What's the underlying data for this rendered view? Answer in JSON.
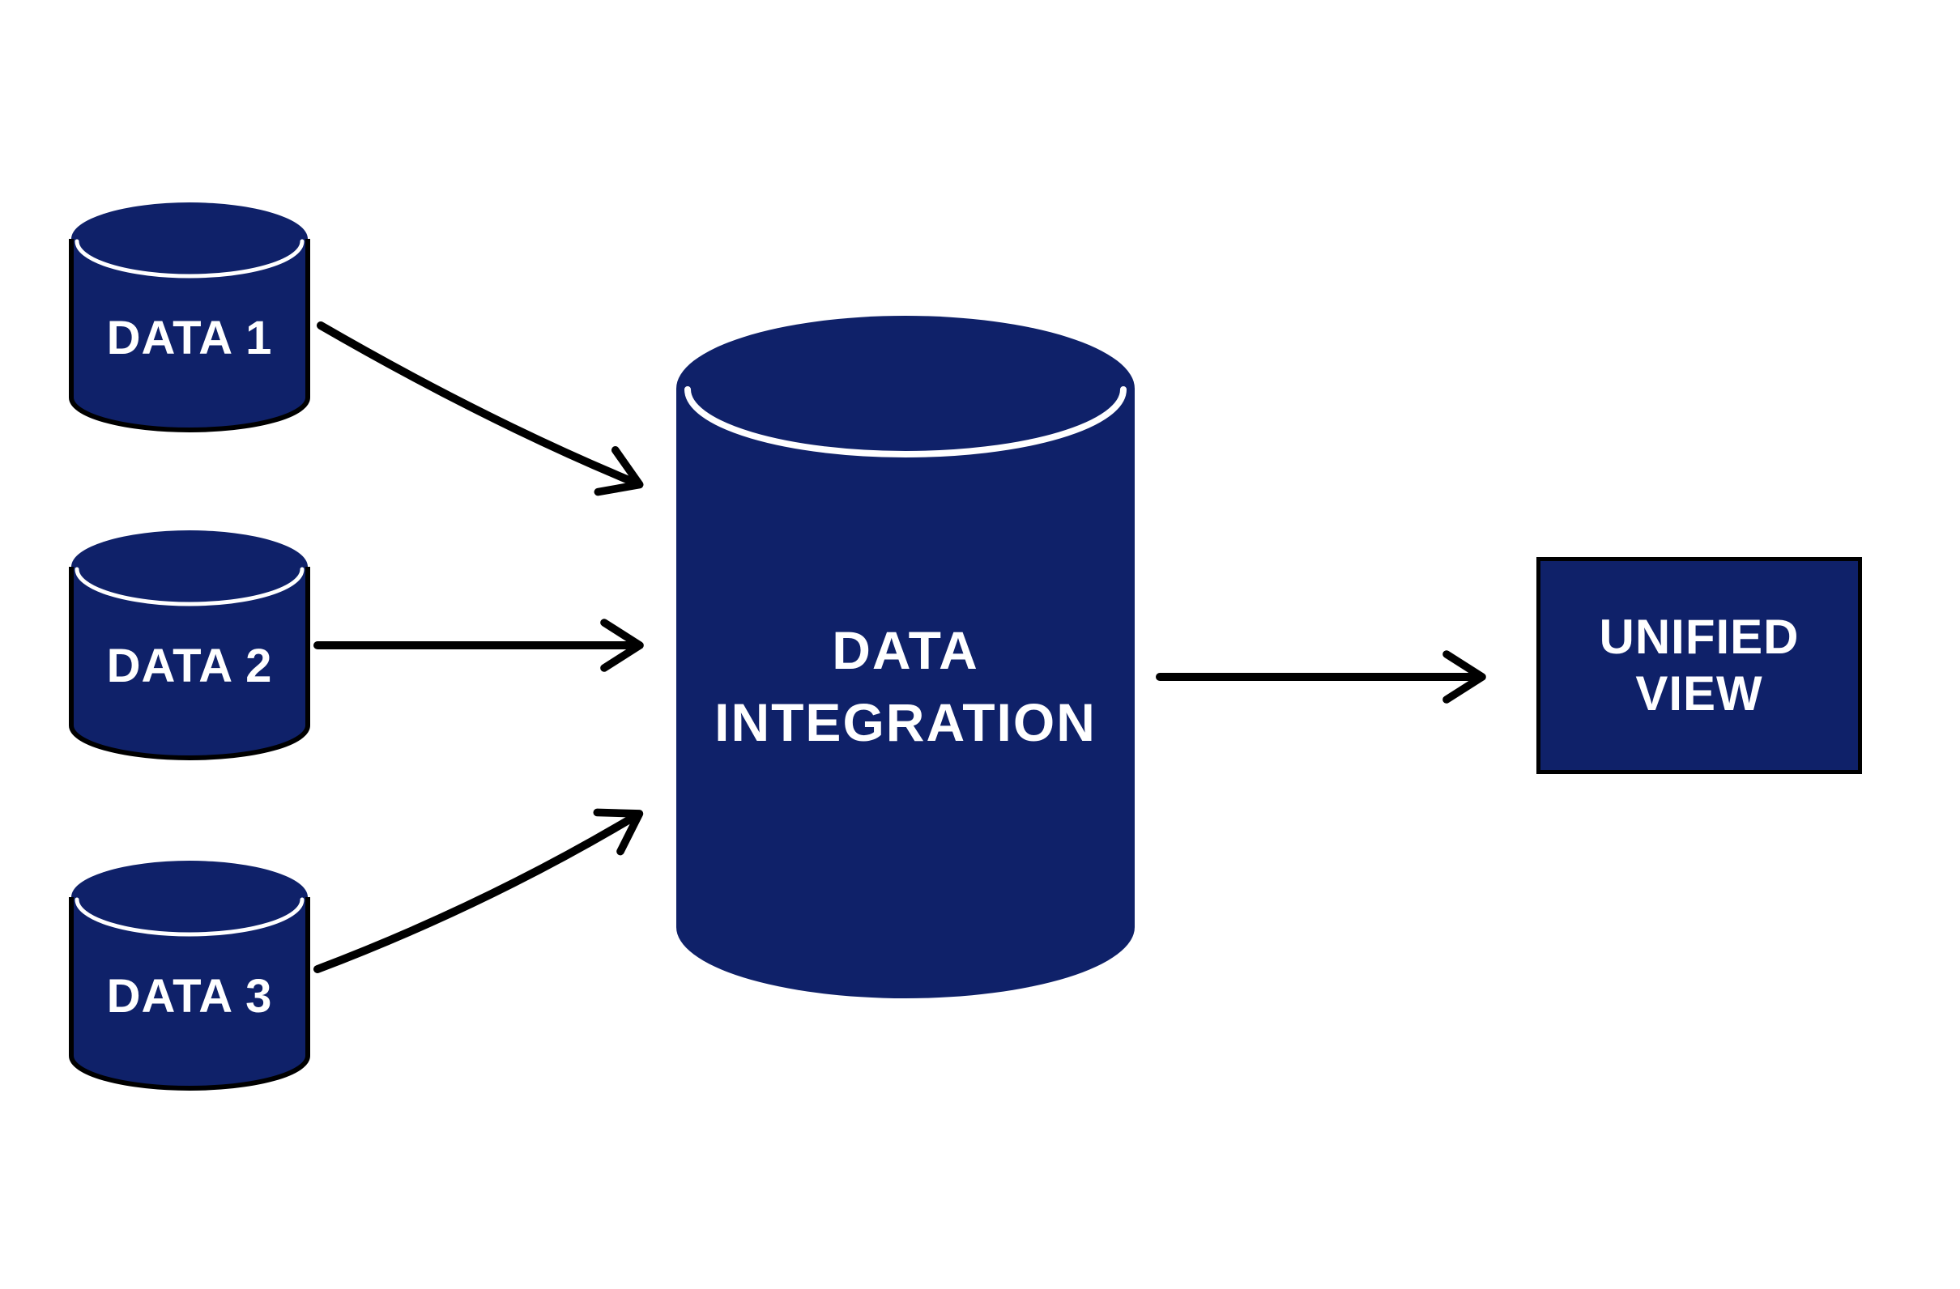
{
  "colors": {
    "background": "#ffffff",
    "shape_fill": "#0f2169",
    "outline": "#000000",
    "arrow": "#000000",
    "label_text": "#ffffff"
  },
  "sources": [
    {
      "label": "DATA 1"
    },
    {
      "label": "DATA 2"
    },
    {
      "label": "DATA 3"
    }
  ],
  "hub": {
    "lines": [
      "DATA",
      "INTEGRATION"
    ]
  },
  "output": {
    "lines": [
      "UNIFIED",
      "VIEW"
    ]
  }
}
